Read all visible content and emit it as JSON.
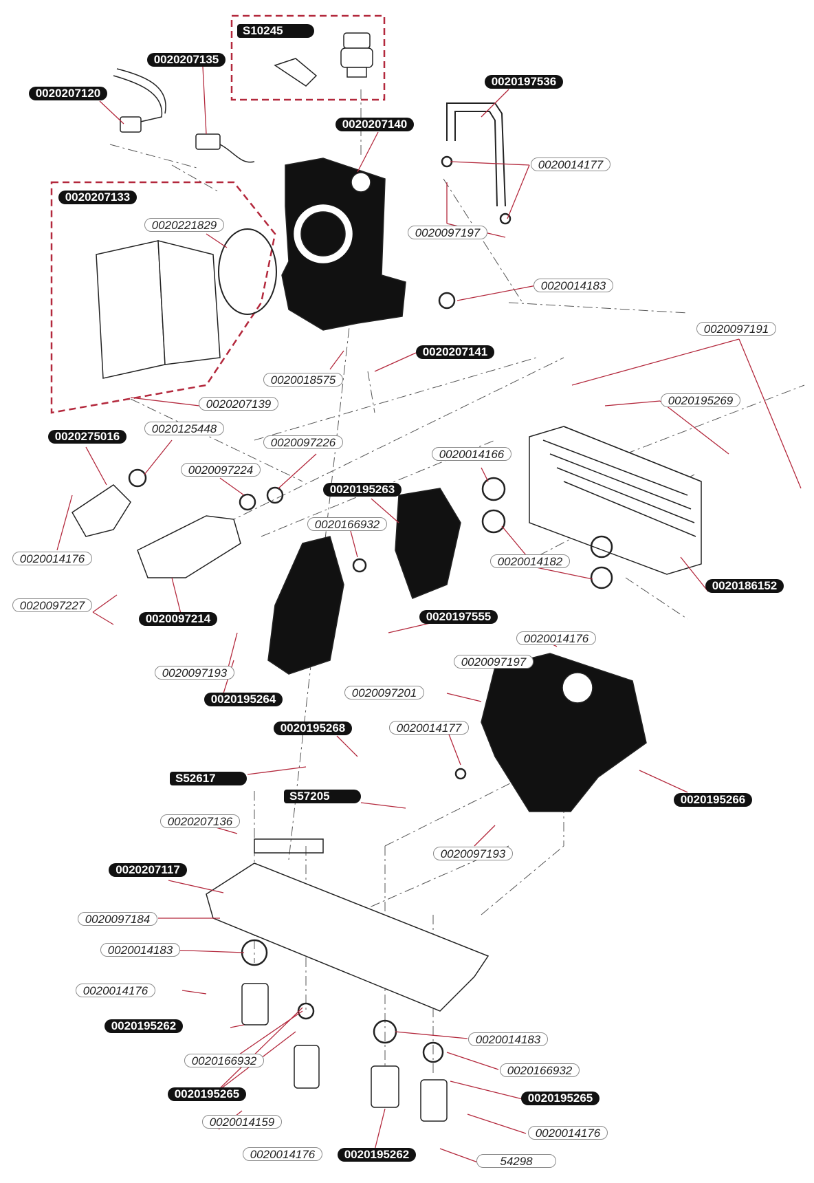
{
  "colors": {
    "leader": "#b3283c",
    "outline": "#222222",
    "dark_part": "#111111",
    "group_box": "#b3283c",
    "dash": "#555555"
  },
  "labels": {
    "s10245": "S10245",
    "p0020207135": "0020207135",
    "p0020207120": "0020207120",
    "p0020197536": "0020197536",
    "p0020207140": "0020207140",
    "p0020014177a": "0020014177",
    "p0020207133": "0020207133",
    "p0020221829": "0020221829",
    "p0020097197a": "0020097197",
    "p0020014183a": "0020014183",
    "p0020097191": "0020097191",
    "p0020207141": "0020207141",
    "p0020018575": "0020018575",
    "p0020195269": "0020195269",
    "p0020207139": "0020207139",
    "p0020275016": "0020275016",
    "p0020125448": "0020125448",
    "p0020097226": "0020097226",
    "p0020014166": "0020014166",
    "p0020097224": "0020097224",
    "p0020195263": "0020195263",
    "p0020166932a": "0020166932",
    "p0020014176a": "0020014176",
    "p0020014182": "0020014182",
    "p0020186152": "0020186152",
    "p0020097227": "0020097227",
    "p0020097214": "0020097214",
    "p0020197555": "0020197555",
    "p0020014176b": "0020014176",
    "p0020097193a": "0020097193",
    "p0020097197b": "0020097197",
    "p0020195264": "0020195264",
    "p0020097201": "0020097201",
    "p0020195268": "0020195268",
    "p0020014177b": "0020014177",
    "s52617": "S52617",
    "s57205": "S57205",
    "p0020195266": "0020195266",
    "p0020207136": "0020207136",
    "p0020097193b": "0020097193",
    "p0020207117": "0020207117",
    "p0020097184": "0020097184",
    "p0020014183b": "0020014183",
    "p0020014176c": "0020014176",
    "p0020195262a": "0020195262",
    "p0020014183c": "0020014183",
    "p0020166932b": "0020166932",
    "p0020166932c": "0020166932",
    "p0020195265a": "0020195265",
    "p0020195265b": "0020195265",
    "p0020014159": "0020014159",
    "p0020014176d": "0020014176",
    "p0020014176e": "0020014176",
    "p0020195262b": "0020195262",
    "p54298": "54298"
  }
}
